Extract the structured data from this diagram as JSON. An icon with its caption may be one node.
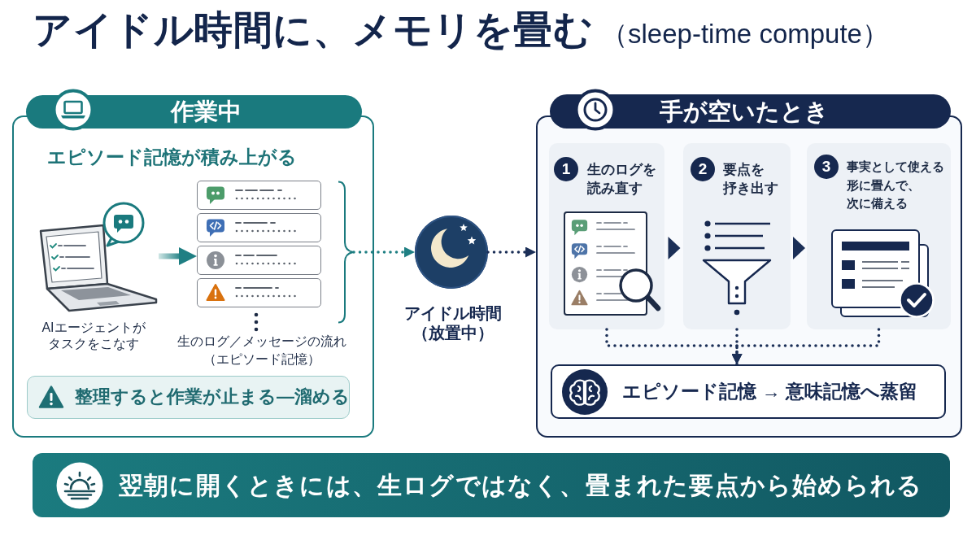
{
  "diagram": {
    "title": "アイドル時間に、メモリを畳む",
    "nodes": [
      {
        "text": [
          "作業中",
          "エピソード記憶が積み上がる"
        ]
      },
      {
        "text": [],
        "shape": "picture",
        "in": 0,
        "beside": [
          "AIエージェントがタスクをこなす"
        ]
      },
      {
        "text": [],
        "shape": "box",
        "in": 0,
        "beside": [
          "生のログ／メッセージの流れ（エピソード記憶）"
        ]
      },
      {
        "text": [
          "整理すると作業が止まる—溜める"
        ],
        "in": 0
      },
      {
        "text": [],
        "shape": "circle",
        "beside": [
          "アイドル時間（放置中）"
        ]
      },
      {
        "text": [
          "手が空いたとき"
        ]
      },
      {
        "text": [
          "1",
          "生のログを読み直す"
        ],
        "in": 5
      },
      {
        "text": [
          "2",
          "要点を抒き出す"
        ],
        "in": 5
      },
      {
        "text": [
          "3",
          "事実として使える形に畳んで、次に備える"
        ],
        "in": 5
      },
      {
        "text": [
          "エピソード記憶 → 意味記憶へ蒸留"
        ],
        "in": 5
      },
      {
        "text": [
          "翌朝に開くときには、生ログではなく、畳まれた要点から始められる"
        ]
      }
    ],
    "edges": [
      {
        "from": 1,
        "to": 2,
        "arrow": "to",
        "style": "thick",
        "color": "#1f7f83"
      },
      {
        "from": 2,
        "to": 4,
        "arrow": "to",
        "style": "dashed",
        "color": "#1f7f83"
      },
      {
        "from": 4,
        "to": 5,
        "arrow": "to",
        "style": "dashed"
      },
      {
        "from": 6,
        "to": 7,
        "arrow": "to"
      },
      {
        "from": 7,
        "to": 8,
        "arrow": "to"
      },
      {
        "from": 6,
        "to": 9,
        "arrow": "to",
        "style": "dashed"
      },
      {
        "from": 7,
        "to": 9,
        "arrow": "to",
        "style": "dashed"
      },
      {
        "from": 8,
        "to": 9,
        "arrow": "to",
        "style": "dashed"
      }
    ],
    "labels": [
      "（sleep-time compute）"
    ]
  }
}
